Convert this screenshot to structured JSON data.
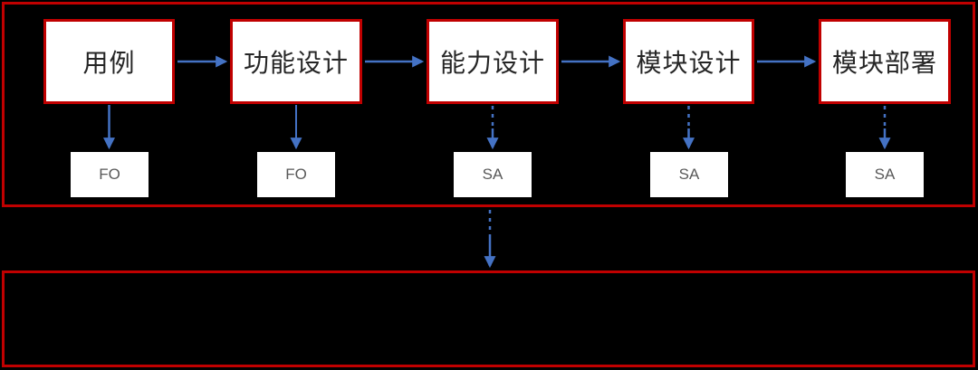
{
  "diagram": {
    "stages": [
      {
        "label": "用例",
        "tag": "FO"
      },
      {
        "label": "功能设计",
        "tag": "FO"
      },
      {
        "label": "能力设计",
        "tag": "SA"
      },
      {
        "label": "模块设计",
        "tag": "SA"
      },
      {
        "label": "模块部署",
        "tag": "SA"
      }
    ],
    "connections": [
      {
        "from": "用例",
        "to": "功能设计",
        "direction": "right",
        "style": "solid"
      },
      {
        "from": "功能设计",
        "to": "能力设计",
        "direction": "right",
        "style": "solid"
      },
      {
        "from": "能力设计",
        "to": "模块设计",
        "direction": "right",
        "style": "solid"
      },
      {
        "from": "模块设计",
        "to": "模块部署",
        "direction": "right",
        "style": "solid"
      },
      {
        "from": "用例",
        "to": "FO",
        "direction": "down",
        "style": "solid"
      },
      {
        "from": "功能设计",
        "to": "FO",
        "direction": "down",
        "style": "solid"
      },
      {
        "from": "能力设计",
        "to": "SA",
        "direction": "down",
        "style": "dashed-solid"
      },
      {
        "from": "模块设计",
        "to": "SA",
        "direction": "down",
        "style": "dashed-solid"
      },
      {
        "from": "模块部署",
        "to": "SA",
        "direction": "down",
        "style": "dashed-solid"
      },
      {
        "from": "upper-container",
        "to": "lower-container",
        "direction": "down",
        "style": "dashed-solid"
      }
    ],
    "icons": {
      "arrow_right": "→",
      "arrow_down": "↓"
    },
    "colors": {
      "background": "#000000",
      "container_border": "#C00000",
      "stage_border": "#C00000",
      "stage_fill": "#FFFFFF",
      "stage_text": "#262626",
      "tag_fill": "#FFFFFF",
      "tag_text": "#595959",
      "arrow": "#4472C4"
    }
  }
}
